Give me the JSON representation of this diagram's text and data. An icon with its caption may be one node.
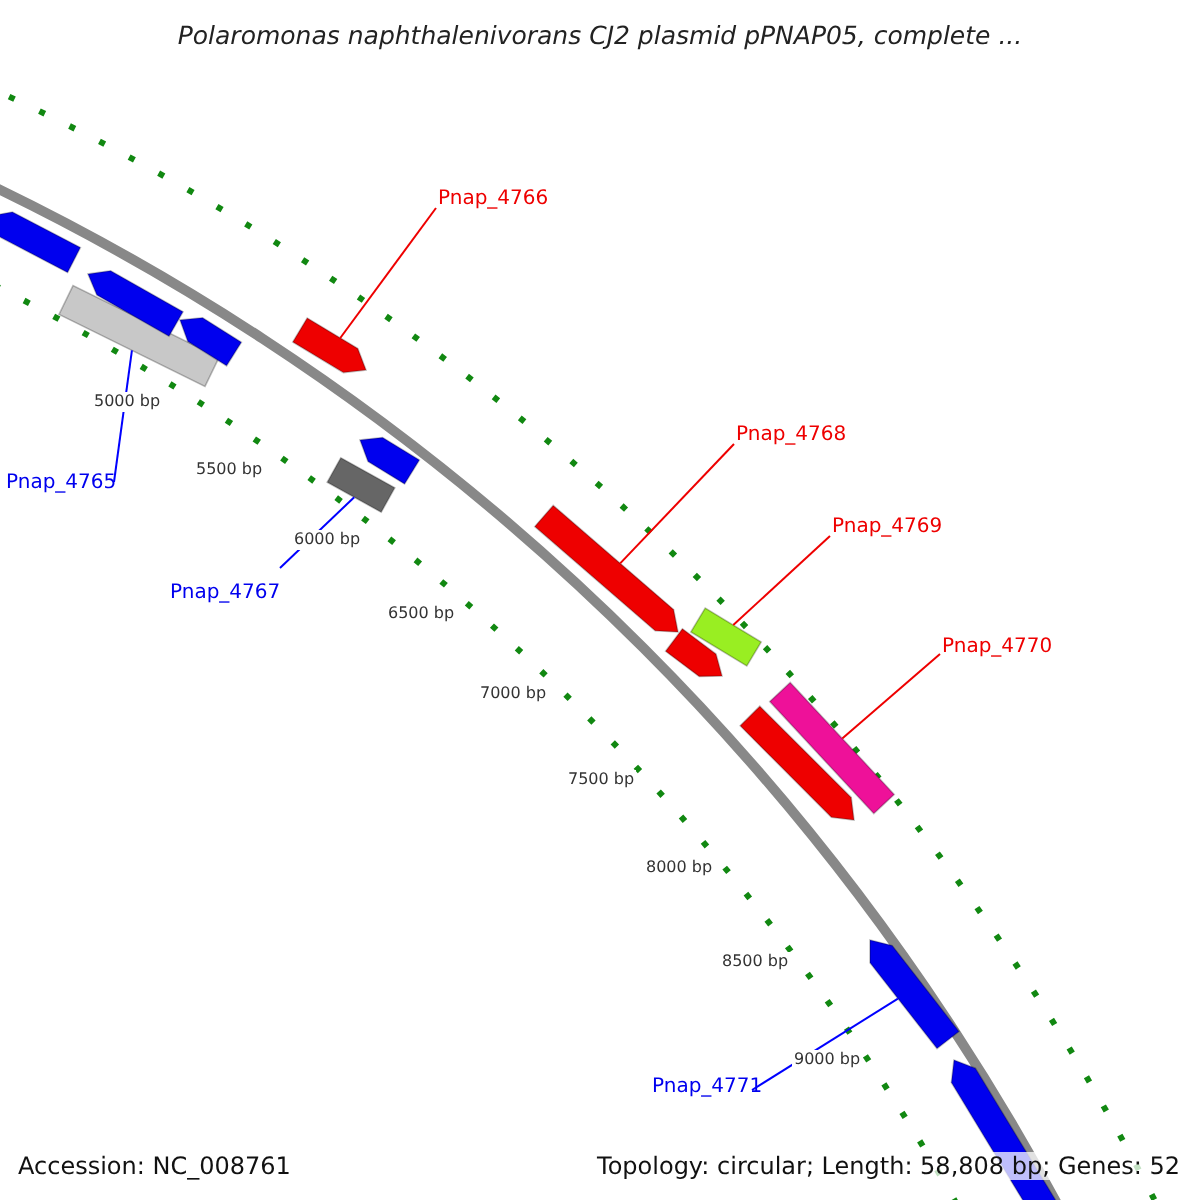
{
  "diagram": {
    "title": "Polaromonas naphthalenivorans CJ2 plasmid pPNAP05, complete ...",
    "nodes": [
      {
        "text": [
          "Pnap_4766"
        ]
      },
      {
        "text": [
          "Pnap_4768"
        ]
      },
      {
        "text": [
          "Pnap_4765"
        ]
      },
      {
        "text": [
          "Pnap_4769"
        ]
      },
      {
        "text": [
          "Pnap_4767"
        ]
      },
      {
        "text": [
          "Pnap_4770"
        ]
      },
      {
        "text": [
          "Pnap_4771"
        ]
      },
      {
        "text": [],
        "shape": "arrow"
      },
      {
        "text": [],
        "shape": "bar"
      },
      {
        "text": [],
        "shape": "arrow"
      },
      {
        "text": [],
        "shape": "arrow"
      },
      {
        "text": [],
        "shape": "arrow"
      },
      {
        "text": [],
        "shape": "bar"
      },
      {
        "text": [],
        "shape": "arrow"
      },
      {
        "text": [],
        "shape": "arrow"
      },
      {
        "text": [],
        "shape": "arrow"
      },
      {
        "text": [],
        "shape": "bar"
      },
      {
        "text": [],
        "shape": "arrow"
      },
      {
        "text": [],
        "shape": "bar"
      },
      {
        "text": [],
        "shape": "arrow"
      },
      {
        "text": [],
        "shape": "arrow"
      }
    ],
    "edges": [
      {
        "from": 0,
        "to": 11,
        "arrow": "none"
      },
      {
        "from": 1,
        "to": 14,
        "arrow": "none"
      },
      {
        "from": 2,
        "to": 8,
        "arrow": "none",
        "color": "#0000ff"
      },
      {
        "from": 3,
        "to": 16,
        "arrow": "none"
      },
      {
        "from": 4,
        "to": 12,
        "arrow": "none",
        "color": "#0000ff"
      },
      {
        "from": 5,
        "to": 18,
        "arrow": "none"
      },
      {
        "from": 6,
        "to": 19,
        "arrow": "none",
        "color": "#0000ff"
      }
    ],
    "labels": [
      "5000 bp",
      "5500 bp",
      "6000 bp",
      "6500 bp",
      "7000 bp",
      "7500 bp",
      "8000 bp",
      "8500 bp",
      "9000 bp",
      "Accession: NC_008761",
      "Topology: circular; Length: 58,808 bp; Genes: 52"
    ]
  }
}
